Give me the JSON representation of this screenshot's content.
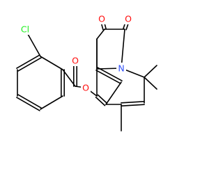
{
  "colors": {
    "bond": "#000000",
    "oxygen": "#ff0d0d",
    "nitrogen": "#3050f8",
    "chlorine": "#1ff01f"
  },
  "atoms": {
    "cl": {
      "label": "Cl",
      "element": "chlorine"
    },
    "o_ester": {
      "label": "O",
      "element": "oxygen"
    },
    "o_carbonyl": {
      "label": "O",
      "element": "oxygen"
    },
    "o_ketone_1": {
      "label": "O",
      "element": "oxygen"
    },
    "o_ketone_2": {
      "label": "O",
      "element": "oxygen"
    },
    "n_ring": {
      "label": "N",
      "element": "nitrogen"
    }
  }
}
